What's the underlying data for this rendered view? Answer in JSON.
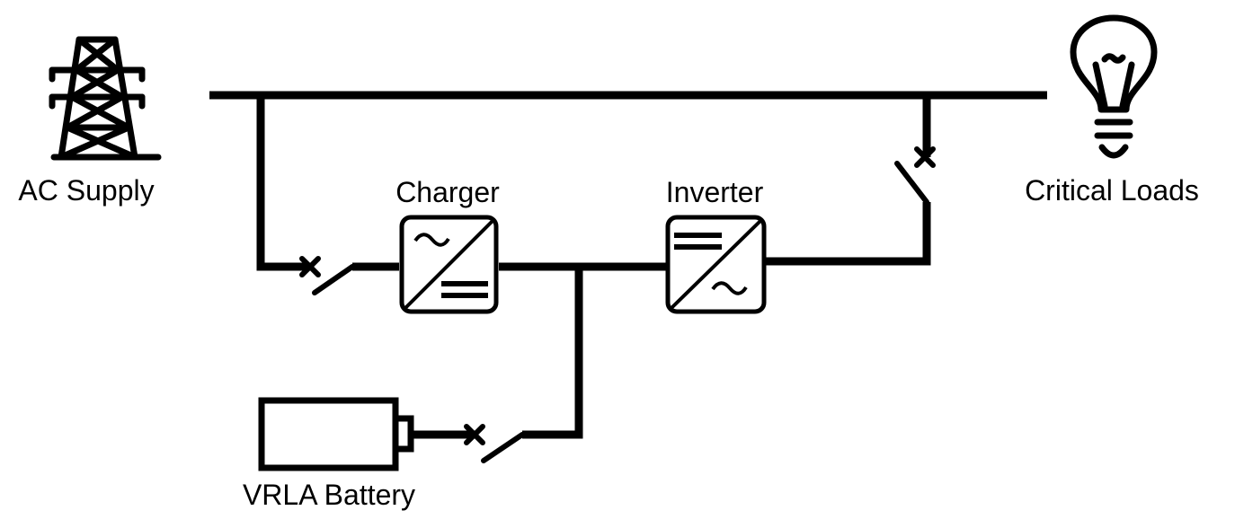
{
  "labels": {
    "ac_supply": "AC Supply",
    "critical_loads": "Critical Loads",
    "charger": "Charger",
    "inverter": "Inverter",
    "battery": "VRLA Battery"
  },
  "icons": {
    "source": "transmission-tower-icon",
    "load": "light-bulb-icon",
    "charger": "ac-dc-converter-icon",
    "inverter": "dc-ac-converter-icon",
    "battery": "battery-icon",
    "switch": "breaker-switch-icon"
  },
  "colors": {
    "line": "#000000",
    "background": "#ffffff"
  }
}
